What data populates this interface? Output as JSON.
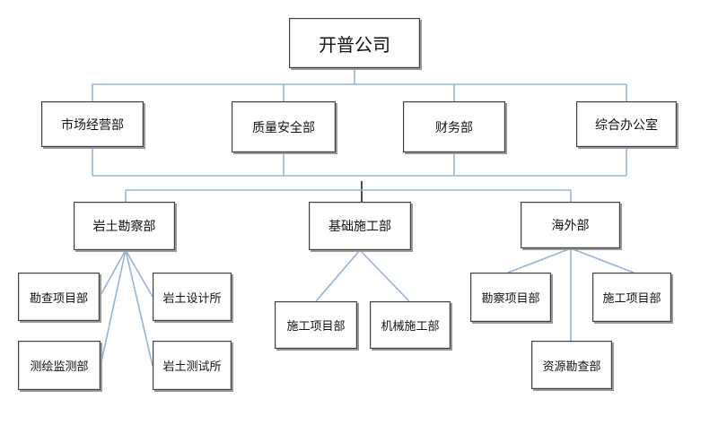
{
  "org": {
    "root": "开普公司",
    "departments": [
      "市场经营部",
      "质量安全部",
      "财务部",
      "综合办公室"
    ],
    "divisions": [
      "岩土勘察部",
      "基础施工部",
      "海外部"
    ],
    "geotech_units": [
      "勘查项目部",
      "岩土设计所",
      "测绘监测部",
      "岩土测试所"
    ],
    "foundation_units": [
      "施工项目部",
      "机械施工部"
    ],
    "overseas_units": [
      "勘察项目部",
      "施工项目部",
      "资源勘查部"
    ]
  },
  "colors": {
    "connector": "#95b3d7",
    "trunk": "#222222",
    "box_border": "#3f3f3f"
  }
}
